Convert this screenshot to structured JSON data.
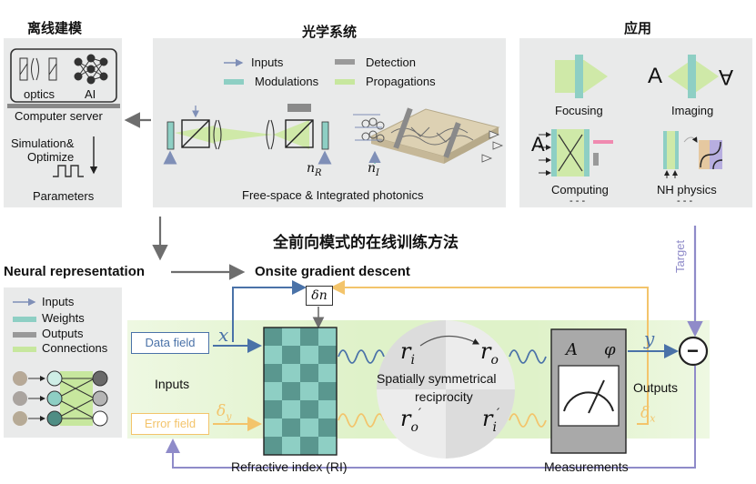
{
  "offline": {
    "title": "离线建模",
    "optics_label": "optics",
    "ai_label": "AI",
    "server_label": "Computer server",
    "sim_label_1": "Simulation&",
    "sim_label_2": "Optimize",
    "params_label": "Parameters"
  },
  "optical": {
    "title": "光学系统",
    "legend": {
      "inputs": "Inputs",
      "detection": "Detection",
      "modulations": "Modulations",
      "propagations": "Propagations"
    },
    "n_r": "n",
    "n_r_sub": "R",
    "n_i": "n",
    "n_i_sub": "I",
    "caption": "Free-space & Integrated photonics"
  },
  "apps": {
    "title": "应用",
    "focusing": "Focusing",
    "imaging": "Imaging",
    "letter_a": "A",
    "letter_a_mirror": "A",
    "computing": "Computing",
    "computing_a": "A",
    "nh_physics": "NH physics",
    "dots": "- - -"
  },
  "main_title": "全前向模式的在线训练方法",
  "neural_rep": "Neural representation",
  "onsite": "Onsite gradient descent",
  "target": "Target",
  "legend2": {
    "inputs": "Inputs",
    "weights": "Weights",
    "outputs": "Outputs",
    "connections": "Connections"
  },
  "delta_n": "δn",
  "data_field": "Data field",
  "error_field": "Error field",
  "x": "x",
  "y": "y",
  "delta_y": "δ",
  "delta_y_sub": "y",
  "delta_x": "δ",
  "delta_x_sub": "x",
  "inputs_label": "Inputs",
  "outputs_label": "Outputs",
  "r_i": "r",
  "r_i_sub": "i",
  "r_o": "r",
  "r_o_sub": "o",
  "r_o_p": "r",
  "r_o_p_sub": "o",
  "r_i_p": "r",
  "r_i_p_sub": "i",
  "prime": "′",
  "symm_1": "Spatially symmetrical",
  "symm_2": "reciprocity",
  "meas_a": "A",
  "meas_phi": "φ",
  "ri_label": "Refractive index (RI)",
  "meas_label": "Measurements",
  "minus": "−",
  "colors": {
    "panel": "#e9eaea",
    "weights": "#8ecfc4",
    "propagation": "#c7e79e",
    "blue_arrow": "#4a72a8",
    "yellow_arrow": "#f3c46b",
    "purple_arrow": "#8f8bc9",
    "grey": "#7a7a7a"
  }
}
